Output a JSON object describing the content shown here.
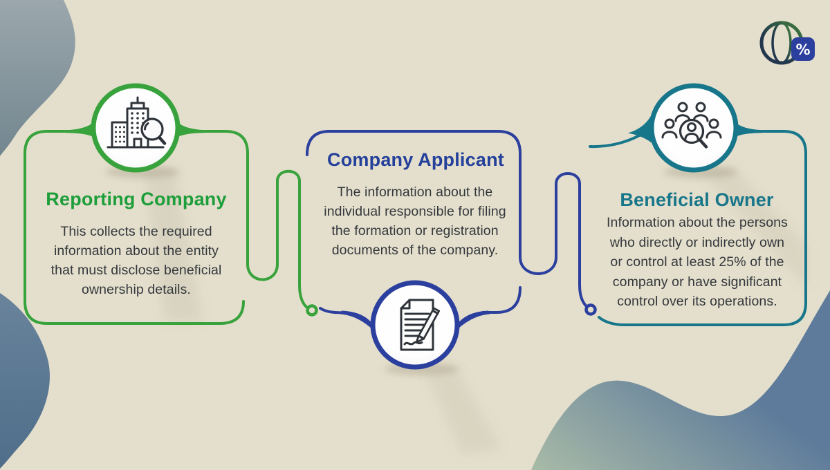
{
  "colors": {
    "bg": "#E4DFCC",
    "body_text": "#33373C",
    "icon_line": "#2F343A",
    "circle_fill": "#FEFEFE",
    "circle_fill_edge": "#F1F0F3",
    "shadow": "#8A8069",
    "blob_topleft_a": "#9BA7AD",
    "blob_topleft_b": "#73868F",
    "blob_bottomleft_a": "#69839B",
    "blob_bottomleft_b": "#4F6E8A",
    "wave_a": "#A9BBA7",
    "wave_b": "#5E7B9B"
  },
  "logo": {
    "badge_glyph": "%",
    "navy": "#22374E",
    "green": "#3F7D3C",
    "badge_fill": "#2B3F9E",
    "badge_glyph_color": "#FFFFFF"
  },
  "cards": [
    {
      "id": "reporting-company",
      "title": "Reporting Company",
      "title_color": "#1E9E3B",
      "border_color": "#38A33C",
      "icon": "building-search-icon",
      "circle_position": "top",
      "description": "This collects the required information about the entity that must disclose beneficial ownership details.",
      "lines": [
        "This collects the required",
        "information about the entity",
        "that must disclose beneficial",
        "ownership details."
      ]
    },
    {
      "id": "company-applicant",
      "title": "Company Applicant",
      "title_color": "#24409B",
      "border_color": "#2B3F9E",
      "icon": "document-pen-icon",
      "circle_position": "bottom",
      "description": "The information about the individual responsible for filing the formation or registration documents of the company.",
      "lines": [
        "The information about the",
        "individual responsible for filing",
        "the formation or registration",
        "documents of the company."
      ]
    },
    {
      "id": "beneficial-owner",
      "title": "Beneficial Owner",
      "title_color": "#17768A",
      "border_color": "#17768A",
      "icon": "people-search-icon",
      "circle_position": "top",
      "description": "Information about the persons who directly or indirectly own or control at least 25% of the company or have significant control over its operations.",
      "lines": [
        "Information about the persons",
        "who directly or indirectly own",
        "or control at least 25% of the",
        "company or have significant",
        "control over its operations."
      ]
    }
  ]
}
